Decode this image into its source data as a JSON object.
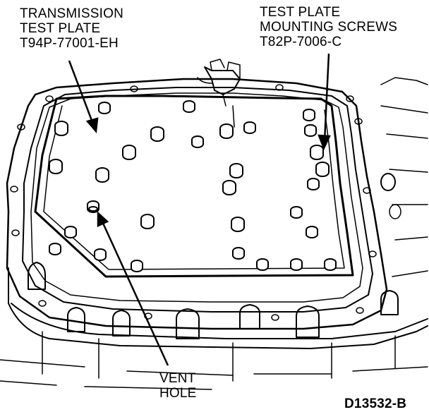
{
  "labels": {
    "test_plate": [
      "TRANSMISSION",
      "TEST PLATE",
      "T94P-77001-EH"
    ],
    "screws": [
      "TEST PLATE",
      "MOUNTING SCREWS",
      "T82P-7006-C"
    ],
    "vent": [
      "VENT",
      "HOLE"
    ]
  },
  "figure_id": "D13532-B"
}
